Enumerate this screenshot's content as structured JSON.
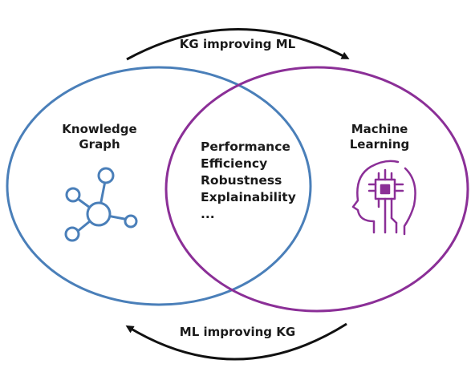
{
  "diagram": {
    "top_arrow": {
      "label": "KG improving ML"
    },
    "bottom_arrow": {
      "label": "ML improving KG"
    },
    "left_set": {
      "title_line1": "Knowledge",
      "title_line2": "Graph",
      "icon": "knowledge-graph-icon",
      "color": "#4a7fb9"
    },
    "right_set": {
      "title_line1": "Machine",
      "title_line2": "Learning",
      "icon": "ai-head-chip-icon",
      "color": "#8b2f97"
    },
    "overlap": {
      "items": [
        "Performance",
        "Efficiency",
        "Robustness",
        "Explainability",
        "..."
      ]
    },
    "arrow_color": "#111111"
  }
}
